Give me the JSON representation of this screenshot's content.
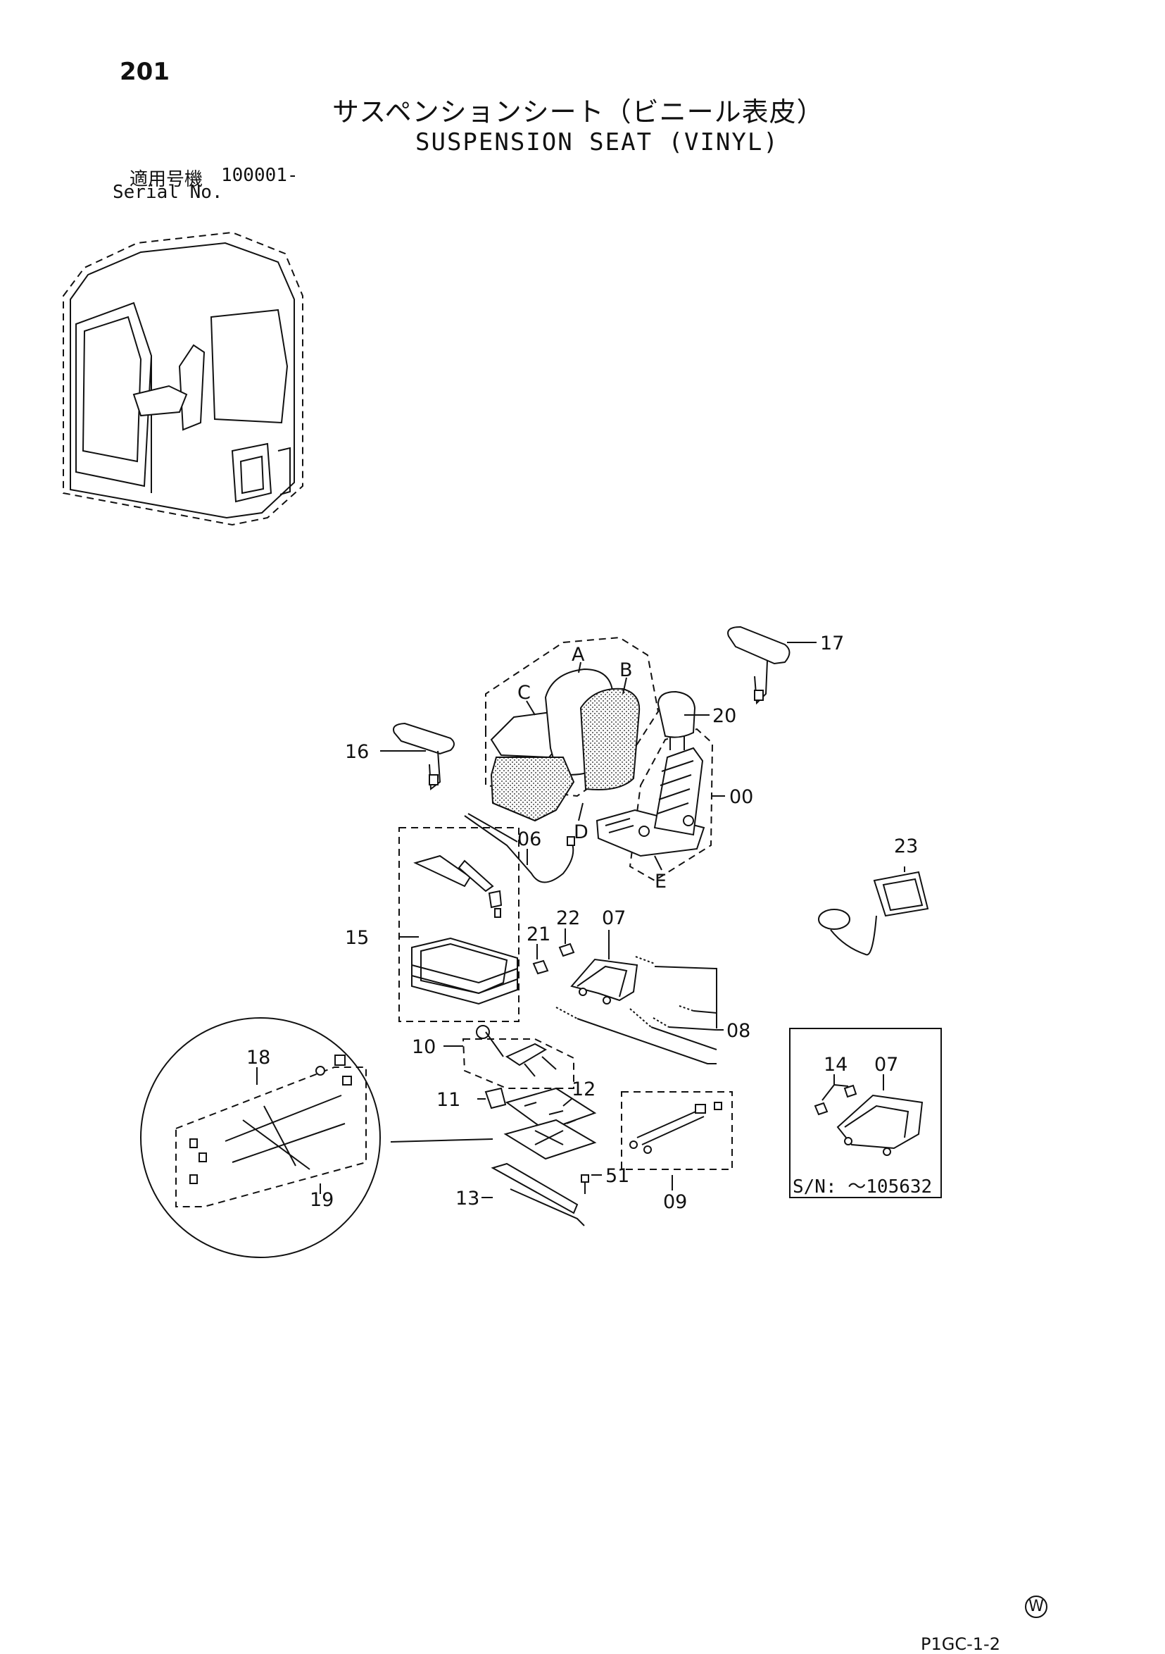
{
  "header": {
    "page_number": "201",
    "title_jp": "サスペンションシート（ビニール表皮）",
    "title_en": "SUSPENSION SEAT (VINYL)",
    "serial_label_jp": "適用号機",
    "serial_value": "100001-",
    "serial_label_en": "Serial No."
  },
  "callouts": {
    "p00": "00",
    "p06": "06",
    "p07": "07",
    "p08": "08",
    "p09": "09",
    "p10": "10",
    "p11": "11",
    "p12": "12",
    "p13": "13",
    "p14": "14",
    "p15": "15",
    "p16": "16",
    "p17": "17",
    "p18": "18",
    "p19": "19",
    "p20": "20",
    "p21": "21",
    "p22": "22",
    "p23": "23",
    "p51": "51",
    "inset_p07": "07",
    "cA": "A",
    "cB": "B",
    "cC": "C",
    "cD": "D",
    "cE": "E"
  },
  "inset": {
    "serial_range": "S/N: ～105632"
  },
  "footer": {
    "mark": "W",
    "page_code": "P1GC-1-2"
  }
}
